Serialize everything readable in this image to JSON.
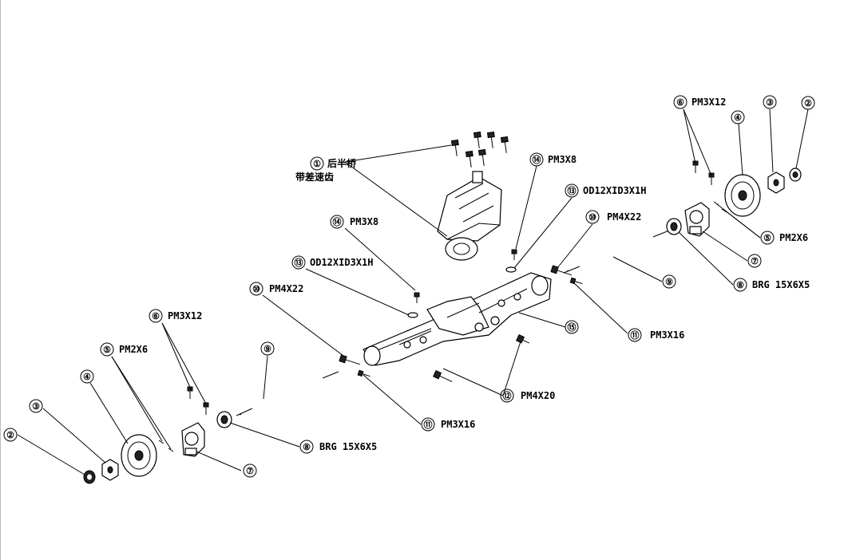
{
  "callouts": [
    {
      "n": "①",
      "lines": [
        "后半桥",
        "带差速齿"
      ]
    },
    {
      "n": "②",
      "lines": []
    },
    {
      "n": "③",
      "lines": []
    },
    {
      "n": "④",
      "lines": []
    },
    {
      "n": "⑤",
      "lines": [
        "PM2X6"
      ]
    },
    {
      "n": "⑥",
      "lines": [
        "PM3X12"
      ]
    },
    {
      "n": "⑦",
      "lines": []
    },
    {
      "n": "⑧",
      "lines": [
        "BRG 15X6X5"
      ]
    },
    {
      "n": "⑨",
      "lines": []
    },
    {
      "n": "⑩",
      "lines": [
        "PM4X22"
      ]
    },
    {
      "n": "⑪",
      "lines": [
        "PM3X16"
      ]
    },
    {
      "n": "⑫",
      "lines": [
        "PM4X20"
      ]
    },
    {
      "n": "⑬",
      "lines": [
        "OD12XID3X1H"
      ]
    },
    {
      "n": "⑭",
      "lines": [
        "PM3X8"
      ]
    },
    {
      "n": "⑮",
      "lines": []
    }
  ]
}
